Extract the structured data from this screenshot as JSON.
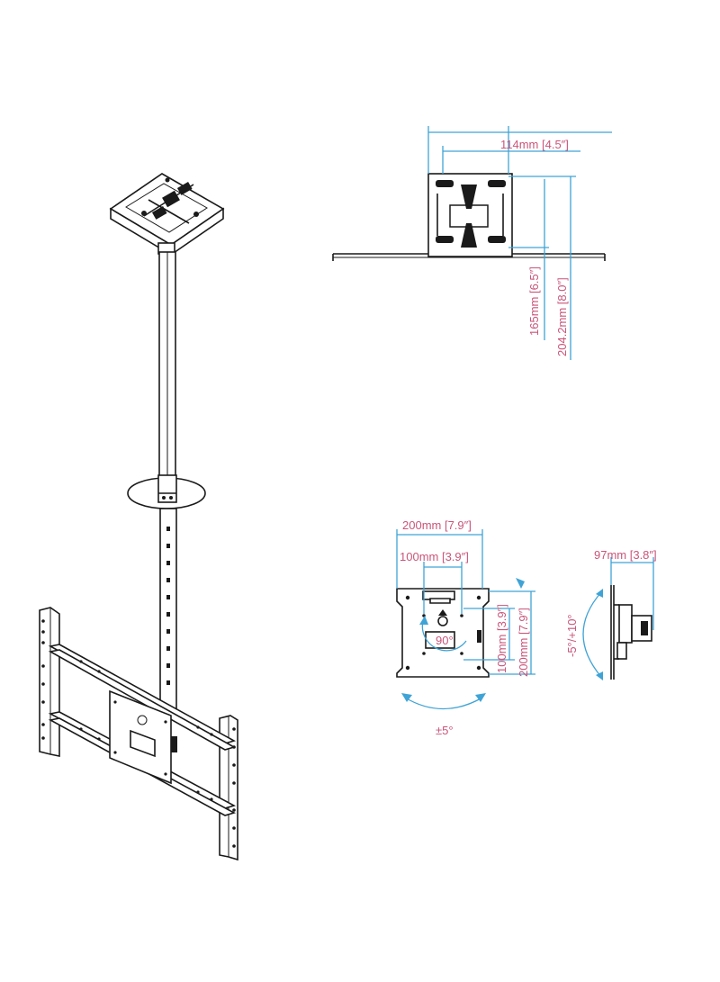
{
  "colors": {
    "line": "#1a1a1a",
    "dimension": "#3fa3d6",
    "label": "#c9557a",
    "background": "#ffffff"
  },
  "top_view": {
    "width_label": "114mm [4.5″]",
    "height_inner_label": "165mm [6.5″]",
    "height_outer_label": "204.2mm [8.0″]"
  },
  "front_view": {
    "outer_width_label": "200mm [7.9″]",
    "inner_width_label": "100mm [3.9″]",
    "inner_height_label": "100mm [3.9″]",
    "outer_height_label": "200mm [7.9″]",
    "rotation_label": "90°",
    "swivel_label": "±5°"
  },
  "side_view": {
    "depth_label": "97mm [3.8″]",
    "tilt_label": "-5°/+10°"
  }
}
